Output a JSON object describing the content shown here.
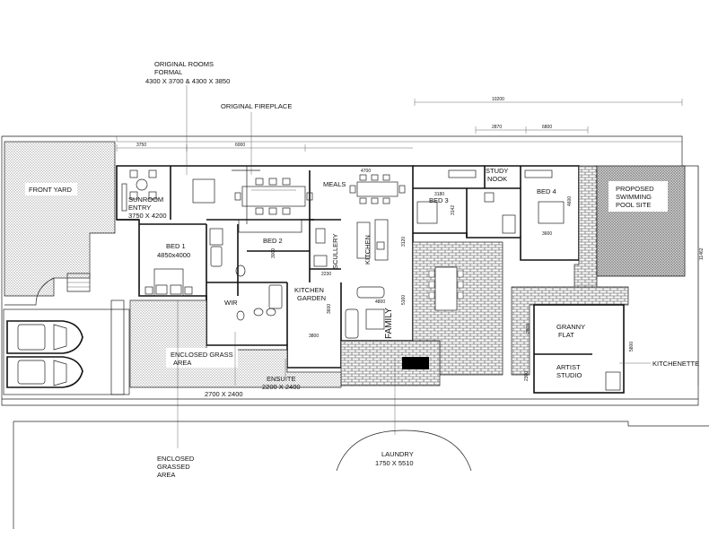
{
  "labels": {
    "original_rooms_1": "ORIGINAL ROOMS",
    "original_rooms_2": "FORMAL",
    "original_rooms_3": "4300 X 3700 & 4300 X 3850",
    "original_fireplace": "ORIGINAL FIREPLACE",
    "front_yard": "FRONT YARD",
    "sunroom_1": "SUNROOM",
    "sunroom_2": "ENTRY",
    "sunroom_3": "3750 X 4200",
    "bed1_1": "BED 1",
    "bed1_2": "4850x4000",
    "bed2": "BED 2",
    "meals": "MEALS",
    "scullery": "SCULLERY",
    "kitchen": "KITCHEN",
    "kitchen_garden_1": "KITCHEN",
    "kitchen_garden_2": "GARDEN",
    "wir": "WIR",
    "family": "FAMILY",
    "study_1": "STUDY",
    "study_2": "NOOK",
    "bed3": "BED 3",
    "bed4": "BED 4",
    "pool_1": "PROPOSED",
    "pool_2": "SWIMMING",
    "pool_3": "POOL SITE",
    "granny_1": "GRANNY",
    "granny_2": "FLAT",
    "artist_1": "ARTIST",
    "artist_2": "STUDIO",
    "kitchenette": "KITCHENETTE",
    "enclosed_grass_1": "ENCLOSED GRASS",
    "enclosed_grass_2": "AREA",
    "ensuite_1": "ENSUITE",
    "ensuite_2": "2200 X 2400",
    "wir_dim": "2700 X 2400",
    "laundry_1": "LAUNDRY",
    "laundry_2": "1750 X 5510",
    "grassed_1": "ENCLOSED",
    "grassed_2": "GRASSED",
    "grassed_3": "AREA"
  },
  "dimensions": {
    "top_overall": "10200",
    "top_a": "2870",
    "top_b": "6800",
    "d_3750": "3750",
    "d_6000": "6000",
    "d_4700": "4700",
    "d_3180": "3180",
    "d_3142": "3142",
    "d_4600": "4600",
    "d_3600": "3600",
    "d_3120": "3120",
    "d_5160": "5160",
    "d_4800": "4800",
    "d_2230": "2230",
    "d_3800": "3800",
    "d_3600b": "3600",
    "d_11462": "11462",
    "d_5800": "5800",
    "d_2300": "2300",
    "d_2800": "2800",
    "d_3000": "3000"
  },
  "colors": {
    "line": "#111111",
    "background": "#ffffff",
    "fill_dark": "#000000"
  }
}
